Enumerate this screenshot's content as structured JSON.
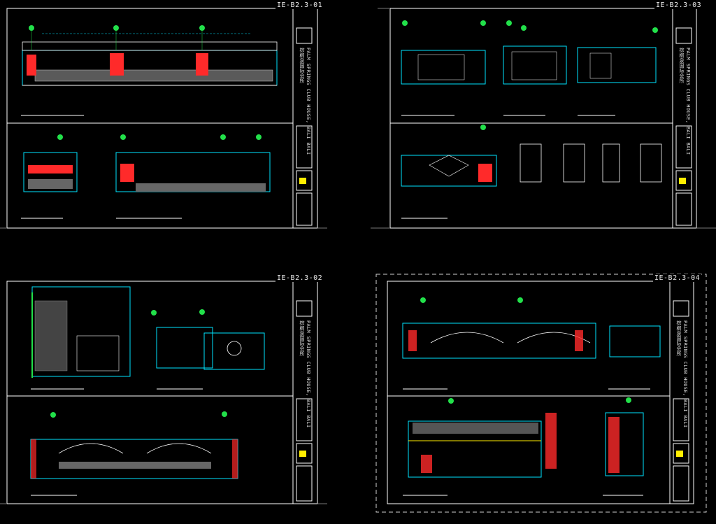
{
  "sheets": [
    {
      "id": "tl",
      "code": "IE-B2.3-01"
    },
    {
      "id": "tr",
      "code": "IE-B2.3-03"
    },
    {
      "id": "bl",
      "code": "IE-B2.3-02"
    },
    {
      "id": "br",
      "code": "IE-B2.3-04"
    }
  ],
  "title_block": {
    "project_en": "PALM SPRINGS CLUB HOUSE, BALI BALI",
    "project_cn": "棕榈泉国际会所"
  },
  "colors": {
    "background": "#000000",
    "frame": "#ffffff",
    "cyan": "#00e5ff",
    "red": "#ff2a2a",
    "green": "#22e04a",
    "yellow": "#ffee00",
    "gray": "#9a9a9a"
  }
}
